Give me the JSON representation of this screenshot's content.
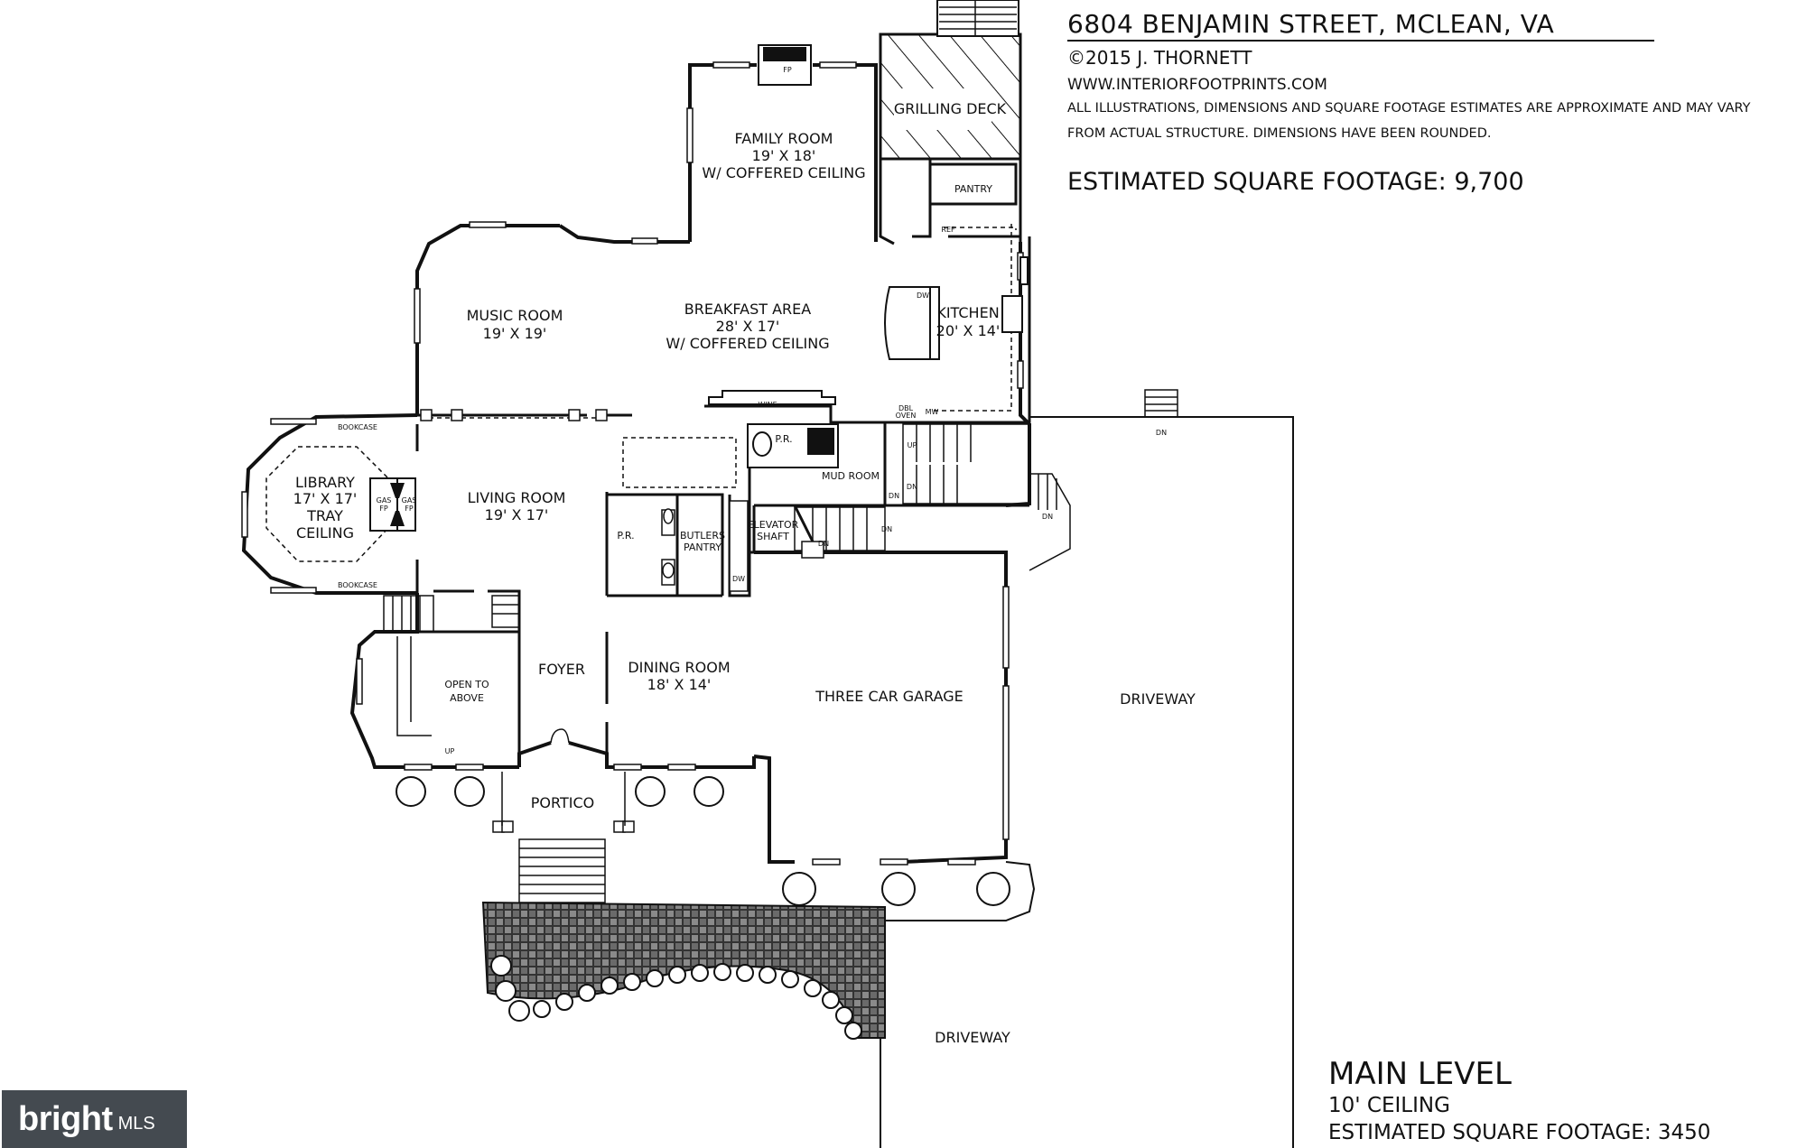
{
  "header": {
    "address": "6804 BENJAMIN STREET, MCLEAN, VA",
    "copyright": "©2015 J. THORNETT",
    "website": "WWW.INTERIORFOOTPRINTS.COM",
    "disclaimer": "ALL ILLUSTRATIONS, DIMENSIONS AND SQUARE FOOTAGE ESTIMATES ARE APPROXIMATE AND MAY VARY FROM ACTUAL STRUCTURE. DIMENSIONS HAVE BEEN ROUNDED.",
    "total_sqft": "ESTIMATED SQUARE FOOTAGE: 9,700"
  },
  "level": {
    "title": "MAIN LEVEL",
    "ceiling": "10' CEILING",
    "sqft": "ESTIMATED SQUARE FOOTAGE: 3450"
  },
  "badge": {
    "brand": "bright",
    "suffix": "MLS"
  },
  "rooms": {
    "family": {
      "name": "FAMILY ROOM",
      "dims": "19' X 18'",
      "note": "W/ COFFERED CEILING"
    },
    "grilling": {
      "name": "GRILLING DECK"
    },
    "pantry": {
      "name": "PANTRY"
    },
    "ref": {
      "name": "REF"
    },
    "music": {
      "name": "MUSIC ROOM",
      "dims": "19' X 19'"
    },
    "breakfast": {
      "name": "BREAKFAST AREA",
      "dims": "28' X 17'",
      "note": "W/ COFFERED CEILING"
    },
    "kitchen": {
      "name": "KITCHEN",
      "dims": "20' X 14'"
    },
    "dw": {
      "name": "DW"
    },
    "library": {
      "line1": "LIBRARY",
      "line2": "17' X 17'",
      "line3": "TRAY",
      "line4": "CEILING"
    },
    "bookcase_top": {
      "name": "BOOKCASE"
    },
    "bookcase_bottom": {
      "name": "BOOKCASE"
    },
    "gas_fp_left": {
      "line1": "GAS",
      "line2": "FP"
    },
    "gas_fp_right": {
      "line1": "GAS",
      "line2": "FP"
    },
    "living": {
      "name": "LIVING ROOM",
      "dims": "19' X 17'"
    },
    "wine": {
      "name": "WINE"
    },
    "pr_upper": {
      "name": "P.R."
    },
    "mud": {
      "name": "MUD ROOM"
    },
    "dbl_oven": {
      "line1": "DBL",
      "line2": "OVEN"
    },
    "mw": {
      "name": "MW"
    },
    "pr_lower": {
      "name": "P.R."
    },
    "butlers": {
      "line1": "BUTLERS",
      "line2": "PANTRY"
    },
    "dw2": {
      "name": "DW"
    },
    "elevator": {
      "line1": "ELEVATOR",
      "line2": "SHAFT"
    },
    "open": {
      "line1": "OPEN TO",
      "line2": "ABOVE"
    },
    "foyer": {
      "name": "FOYER"
    },
    "dining": {
      "name": "DINING ROOM",
      "dims": "18' X 14'"
    },
    "garage": {
      "name": "THREE CAR GARAGE"
    },
    "driveway_right": {
      "name": "DRIVEWAY"
    },
    "driveway_bottom": {
      "name": "DRIVEWAY"
    },
    "portico": {
      "name": "PORTICO"
    },
    "fp": {
      "name": "FP"
    }
  },
  "stairs": {
    "up1": "UP",
    "dn1": "DN",
    "dn2": "DN",
    "dn3": "DN",
    "dn4": "DN",
    "dn5": "DN",
    "dn6": "DN",
    "up2": "UP"
  }
}
